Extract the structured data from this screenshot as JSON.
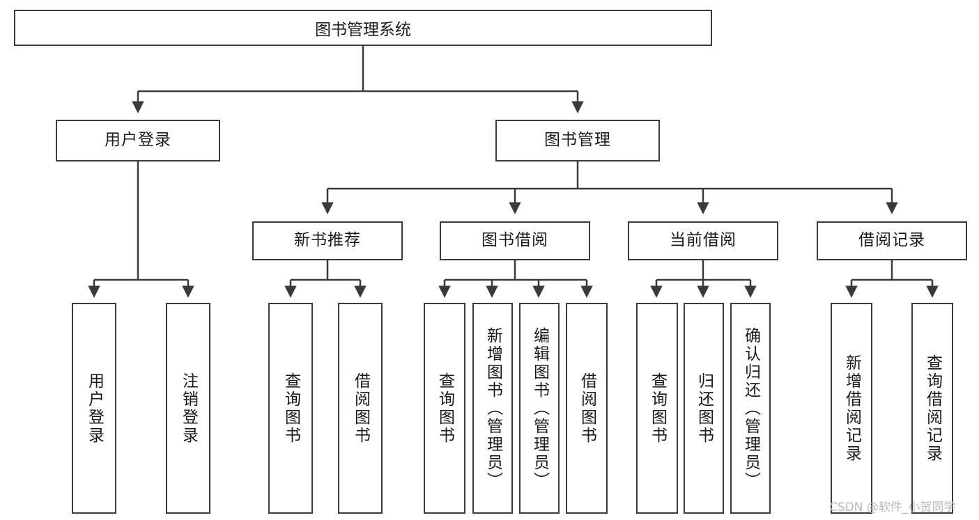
{
  "diagram": {
    "title": "图书管理系统",
    "watermark": "CSDN @软件_小贺同学",
    "stroke_color": "#3a3a3a",
    "text_color": "#1a1a1a",
    "background": "#ffffff",
    "root": {
      "label": "图书管理系统"
    },
    "level1": [
      {
        "label": "用户登录"
      },
      {
        "label": "图书管理"
      }
    ],
    "level2": [
      {
        "label": "新书推荐"
      },
      {
        "label": "图书借阅"
      },
      {
        "label": "当前借阅"
      },
      {
        "label": "借阅记录"
      }
    ],
    "leaves": [
      {
        "label": "用户登录"
      },
      {
        "label": "注销登录"
      },
      {
        "label": "查询图书"
      },
      {
        "label": "借阅图书"
      },
      {
        "label": "查询图书"
      },
      {
        "label": "新增图书（管理员）"
      },
      {
        "label": "编辑图书（管理员）"
      },
      {
        "label": "借阅图书"
      },
      {
        "label": "查询图书"
      },
      {
        "label": "归还图书"
      },
      {
        "label": "确认归还（管理员）"
      },
      {
        "label": "新增借阅记录"
      },
      {
        "label": "查询借阅记录"
      }
    ]
  }
}
